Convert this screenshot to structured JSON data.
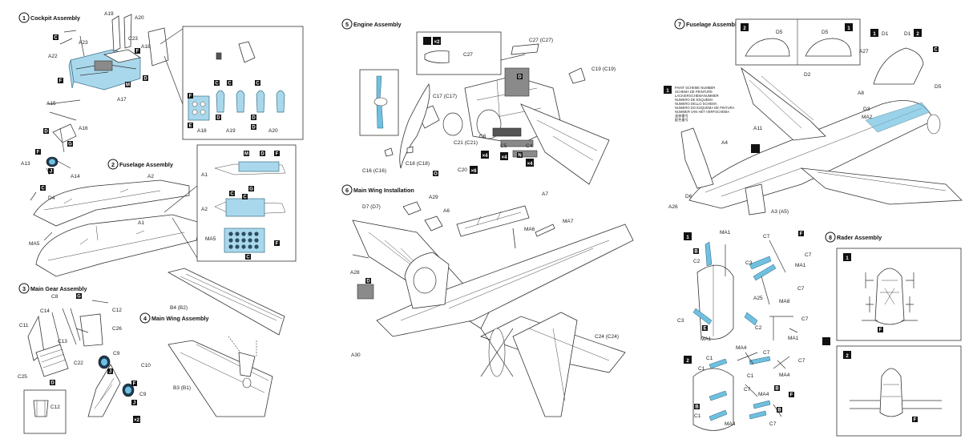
{
  "steps": [
    {
      "num": "1",
      "title": "Cockpit Assembly"
    },
    {
      "num": "2",
      "title": "Fuselage Assembly"
    },
    {
      "num": "3",
      "title": "Main Gear Assembly"
    },
    {
      "num": "4",
      "title": "Main Wing Assembly"
    },
    {
      "num": "5",
      "title": "Engine Assembly"
    },
    {
      "num": "6",
      "title": "Main Wing Installation"
    },
    {
      "num": "7",
      "title": "Fuselage Assembly"
    },
    {
      "num": "8",
      "title": "Rader Assembly"
    }
  ],
  "s1": {
    "labels": [
      "A19",
      "A20",
      "C",
      "A23",
      "A22",
      "A18",
      "C23",
      "F",
      "F",
      "M",
      "D",
      "A17",
      "A15",
      "A16",
      "D",
      "G",
      "F",
      "A13",
      "J",
      "A14"
    ],
    "inset": [
      "F",
      "C",
      "C",
      "C",
      "D",
      "A18",
      "D",
      "A19",
      "D",
      "A20",
      "E"
    ]
  },
  "s2": {
    "labels": [
      "A2",
      "C",
      "D4",
      "A1",
      "MA5"
    ],
    "inset": [
      "M",
      "D",
      "F",
      "A1",
      "C",
      "G",
      "C",
      "A2",
      "MA5",
      "F",
      "C"
    ]
  },
  "s3": {
    "labels": [
      "C8",
      "G",
      "C12",
      "C14",
      "C11",
      "C26",
      "C13",
      "C22",
      "C25",
      "D",
      "C9",
      "J",
      "C10",
      "F",
      "C9",
      "J",
      "C12"
    ],
    "qty": "2"
  },
  "s4": {
    "labels": [
      "B4 (B2)",
      "B3 (B1)"
    ]
  },
  "s5": {
    "labels": [
      "C27 (C27)",
      "C27",
      "C19 (C19)",
      "D",
      "C17 (C17)",
      "C21 (C21)",
      "C5",
      "C6",
      "C4",
      "N",
      "C16 (C16)",
      "C18 (C18)",
      "C20",
      "O"
    ],
    "qty": [
      "2",
      "4",
      "4",
      "4",
      "6"
    ]
  },
  "s6": {
    "labels": [
      "D7 (D7)",
      "A29",
      "A6",
      "A7",
      "MA6",
      "MA7",
      "A28",
      "D",
      "A30",
      "C24 (C24)"
    ]
  },
  "s7": {
    "labels": [
      "D5",
      "D5",
      "D1",
      "D1",
      "C",
      "A27",
      "D2",
      "A8",
      "D5",
      "D3",
      "MA2",
      "A11",
      "A4",
      "D6",
      "A26",
      "A3 (A5)"
    ],
    "paint_note": [
      "PAINT SCHEME NUMBER",
      "SCHEMA DE PEINTURE",
      "LACKIERSCHEMANUMMER",
      "NUMERO DE ESQUEMA",
      "NUMERO DELLO SCHEMA",
      "NUMERO DO ESQUEMA DE PINTURA",
      "NUMMER VAN HET VERFSCHEMA",
      "塗装番号",
      "配色番号"
    ]
  },
  "s7b": {
    "labels": [
      "MA1",
      "C7",
      "F",
      "B",
      "C2",
      "C7",
      "C3",
      "MA1",
      "C7",
      "C3",
      "A25",
      "MA8",
      "E",
      "MA1",
      "C2",
      "C7",
      "MA1",
      "B",
      "MA4",
      "C7",
      "C1",
      "C7",
      "C1",
      "MA4",
      "C1",
      "F",
      "C7",
      "B",
      "MA4",
      "C1",
      "B",
      "MA4",
      "C7"
    ]
  },
  "s8": {
    "labels": [
      "F",
      "F"
    ]
  },
  "colors": {
    "part_highlight": "#a9d8ec",
    "badge": "#111111"
  }
}
